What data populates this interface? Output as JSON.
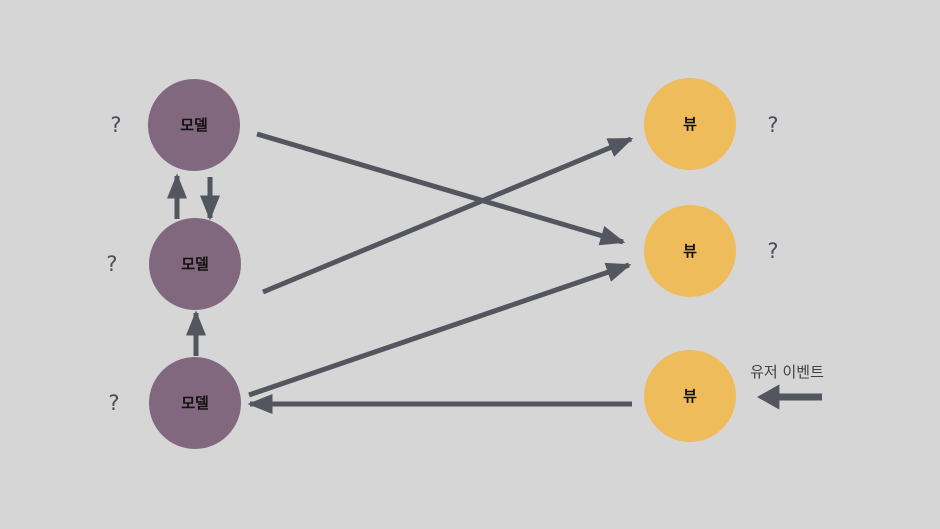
{
  "colors": {
    "background": "#d6d6d6",
    "model_fill": "#82687e",
    "view_fill": "#efbc5c",
    "arrow": "#53565e"
  },
  "models": [
    {
      "label": "모델",
      "question": "?"
    },
    {
      "label": "모델",
      "question": "?"
    },
    {
      "label": "모델",
      "question": "?"
    }
  ],
  "views": [
    {
      "label": "뷰",
      "question": "?"
    },
    {
      "label": "뷰",
      "question": "?"
    },
    {
      "label": "뷰",
      "question": ""
    }
  ],
  "user_event": {
    "label": "유저 이벤트"
  }
}
